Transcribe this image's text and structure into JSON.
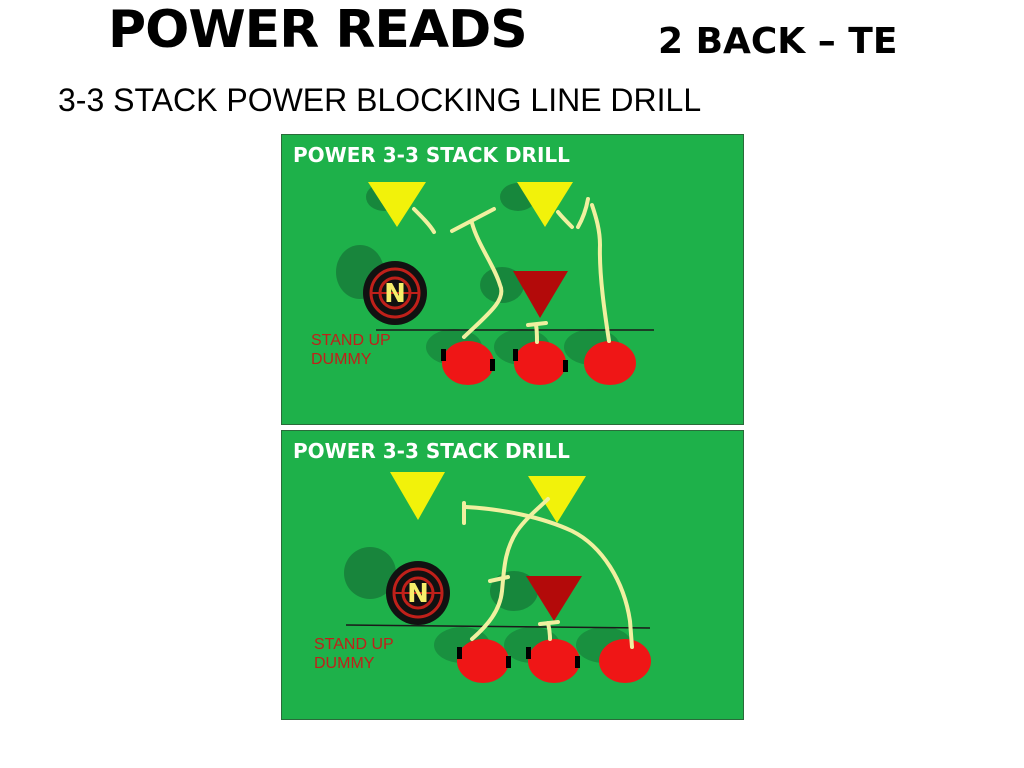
{
  "header": {
    "title": "POWER READS",
    "formation": "2 BACK – TE",
    "subtitle": "3-3 STACK POWER BLOCKING LINE DRILL"
  },
  "colors": {
    "field": "#1eb14a",
    "linebacker": "#f2f20a",
    "nose_stack": "#b30a0a",
    "offensive_lineman": "#ef1616",
    "route": "#f0f0a0",
    "label": "#c0201a"
  },
  "panels": [
    {
      "title": "POWER 3-3 STACK DRILL",
      "dummy_label_line1": "STAND UP",
      "dummy_label_line2": "DUMMY",
      "nose_symbol": "N"
    },
    {
      "title": "POWER 3-3 STACK DRILL",
      "dummy_label_line1": "STAND UP",
      "dummy_label_line2": "DUMMY",
      "nose_symbol": "N"
    }
  ]
}
